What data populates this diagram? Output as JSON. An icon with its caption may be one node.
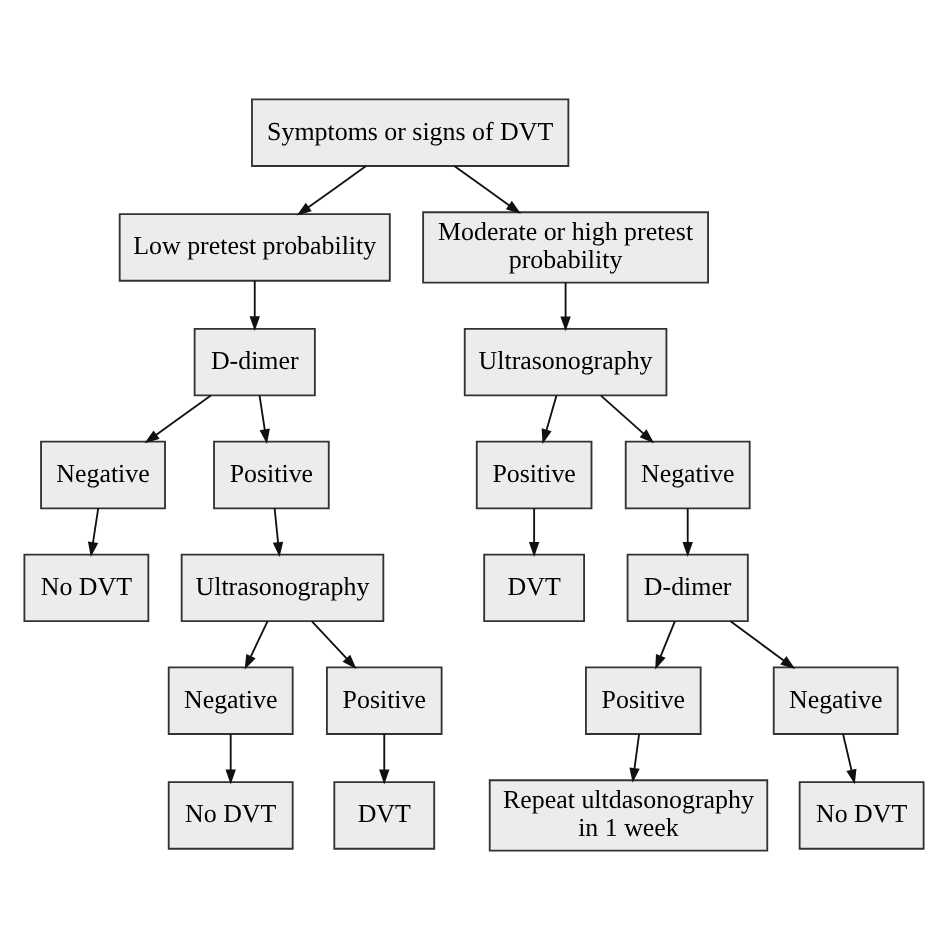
{
  "diagram": {
    "nodes": [
      {
        "text": [
          "Symptoms or signs of DVT"
        ]
      },
      {
        "text": [
          "Low pretest probability"
        ]
      },
      {
        "text": [
          "Moderate or high pretest probability"
        ]
      },
      {
        "text": [
          "D-dimer"
        ]
      },
      {
        "text": [
          "Ultrasonography"
        ]
      },
      {
        "text": [
          "Negative"
        ]
      },
      {
        "text": [
          "Positive"
        ]
      },
      {
        "text": [
          "Positive"
        ]
      },
      {
        "text": [
          "Negative"
        ]
      },
      {
        "text": [
          "No DVT"
        ]
      },
      {
        "text": [
          "Ultrasonography"
        ]
      },
      {
        "text": [
          "DVT"
        ]
      },
      {
        "text": [
          "D-dimer"
        ]
      },
      {
        "text": [
          "Negative"
        ]
      },
      {
        "text": [
          "Positive"
        ]
      },
      {
        "text": [
          "Positive"
        ]
      },
      {
        "text": [
          "Negative"
        ]
      },
      {
        "text": [
          "No DVT"
        ]
      },
      {
        "text": [
          "DVT"
        ]
      },
      {
        "text": [
          "Repeat ultdasonography in 1 week"
        ]
      },
      {
        "text": [
          "No DVT"
        ]
      }
    ],
    "edges": [
      {
        "from": 0,
        "to": 1,
        "arrow": "to"
      },
      {
        "from": 0,
        "to": 2,
        "arrow": "to"
      },
      {
        "from": 1,
        "to": 3,
        "arrow": "to"
      },
      {
        "from": 2,
        "to": 4,
        "arrow": "to"
      },
      {
        "from": 3,
        "to": 5,
        "arrow": "to"
      },
      {
        "from": 3,
        "to": 6,
        "arrow": "to"
      },
      {
        "from": 4,
        "to": 7,
        "arrow": "to"
      },
      {
        "from": 4,
        "to": 8,
        "arrow": "to"
      },
      {
        "from": 5,
        "to": 9,
        "arrow": "to"
      },
      {
        "from": 6,
        "to": 10,
        "arrow": "to"
      },
      {
        "from": 7,
        "to": 11,
        "arrow": "to"
      },
      {
        "from": 8,
        "to": 12,
        "arrow": "to"
      },
      {
        "from": 10,
        "to": 13,
        "arrow": "to"
      },
      {
        "from": 10,
        "to": 14,
        "arrow": "to"
      },
      {
        "from": 12,
        "to": 15,
        "arrow": "to"
      },
      {
        "from": 12,
        "to": 16,
        "arrow": "to"
      },
      {
        "from": 13,
        "to": 17,
        "arrow": "to"
      },
      {
        "from": 14,
        "to": 18,
        "arrow": "to"
      },
      {
        "from": 15,
        "to": 19,
        "arrow": "to"
      },
      {
        "from": 16,
        "to": 20,
        "arrow": "to"
      }
    ]
  }
}
